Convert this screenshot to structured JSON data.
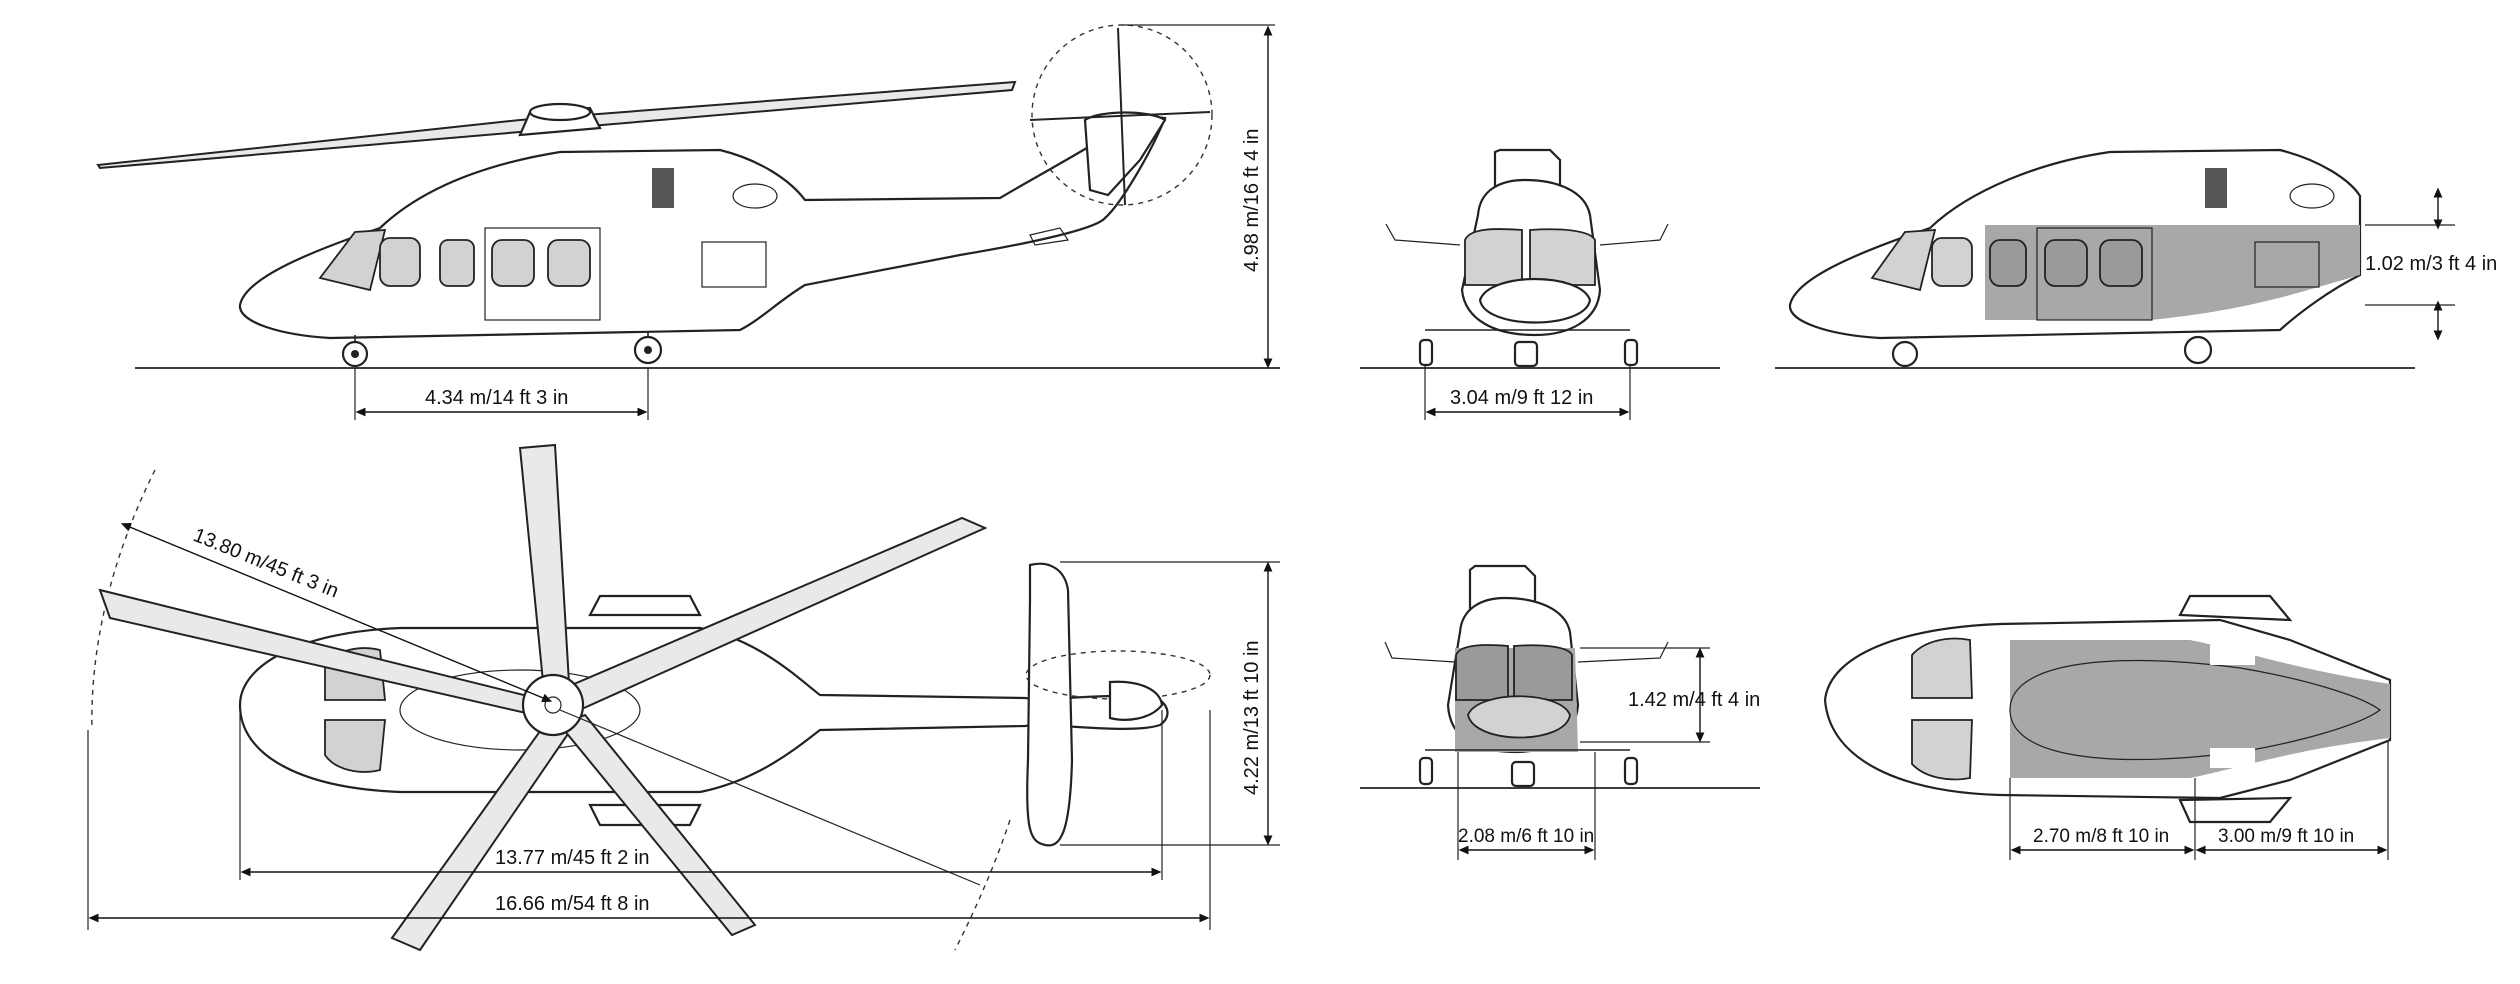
{
  "dimensions": {
    "side_height": "4.98 m/16 ft 4 in",
    "wheel_base": "4.34 m/14 ft 3 in",
    "front_track": "3.04 m/9 ft 12 in",
    "cabin_door_height": "1.02 m/3 ft 4 in",
    "rotor_radius": "13.80 m/45 ft 3 in",
    "top_height": "4.22 m/13 ft 10 in",
    "fuselage_length": "13.77 m/45 ft 2 in",
    "overall_length": "16.66 m/54 ft 8 in",
    "cabin_front_height": "1.42 m/4 ft 4 in",
    "cabin_front_width": "2.08 m/6 ft 10 in",
    "cabin_length_fwd": "2.70 m/8 ft 10 in",
    "cabin_length_aft": "3.00 m/9 ft 10 in"
  },
  "views": [
    "side-view",
    "front-view",
    "side-cabin-view",
    "top-view",
    "front-cabin-view",
    "top-cabin-view"
  ],
  "colors": {
    "line": "#222222",
    "cabin_fill": "#a8a8a8",
    "window_fill": "#d2d2d2"
  }
}
